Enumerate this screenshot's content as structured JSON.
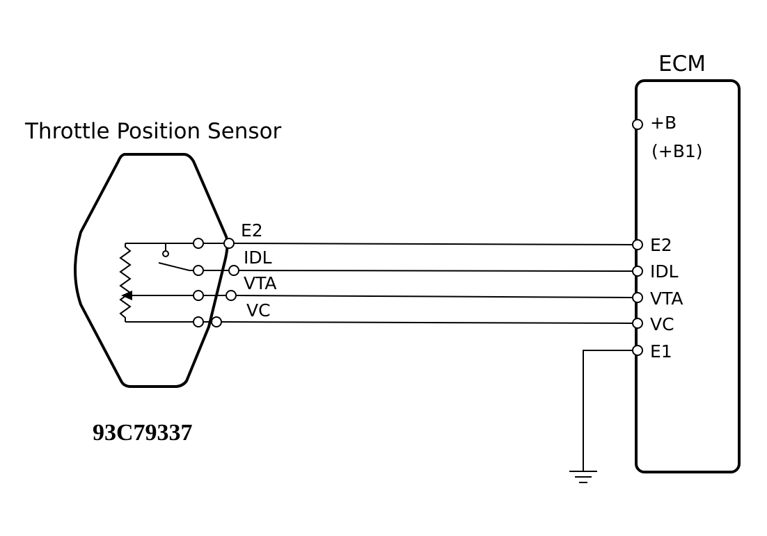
{
  "sensor": {
    "title": "Throttle Position Sensor",
    "pins": [
      "E2",
      "IDL",
      "VTA",
      "VC"
    ]
  },
  "ecm": {
    "title": "ECM",
    "power_label": "+B",
    "power_sub_label": "(+B1)",
    "pins": [
      "E2",
      "IDL",
      "VTA",
      "VC",
      "E1"
    ]
  },
  "figure_id": "93C79337"
}
